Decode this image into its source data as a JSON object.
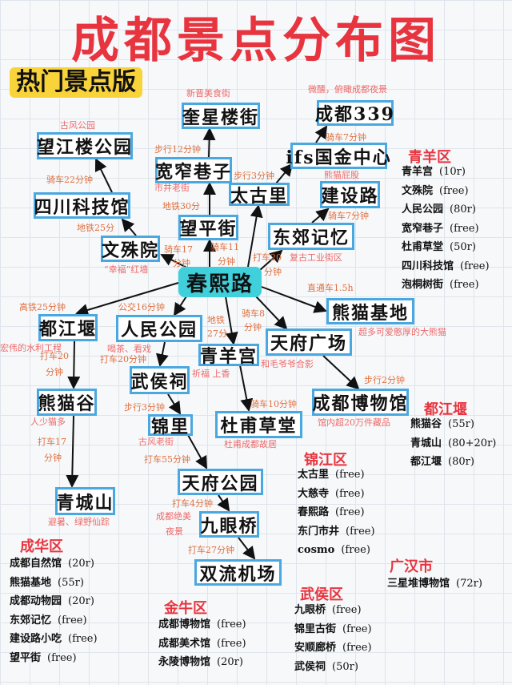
{
  "title": "成都景点分布图",
  "tag": "热门景点版",
  "colors": {
    "title": "#e8343f",
    "tag_bg": "#f8d33a",
    "node_border": "#4aa8e0",
    "hub_fill": "#3fd0dc",
    "annotation": "#e0703f"
  },
  "nodes": {
    "kuixing": "奎星楼街",
    "cd339": "成都339",
    "wangjianglou": "望江楼公园",
    "kuanzhai": "宽窄巷子",
    "ifs": "ifs国金中心",
    "taikoo": "太古里",
    "jianshe": "建设路",
    "kejiguan": "四川科技馆",
    "wangping": "望平街",
    "dongjiao": "东郊记忆",
    "wenshu": "文殊院",
    "chunxi": "春熙路",
    "pandabase": "熊猫基地",
    "dujiangyan": "都江堰",
    "renmin": "人民公园",
    "tianfusq": "天府广场",
    "qingyang": "青羊宫",
    "wuhou": "武侯祠",
    "museum": "成都博物馆",
    "pandagu": "熊猫谷",
    "jinli": "锦里",
    "dufu": "杜甫草堂",
    "tianfugy": "天府公园",
    "qingcheng": "青城山",
    "jiuyan": "九眼桥",
    "airport": "双流机场"
  },
  "annotations": [
    "新晋美食街",
    "微醺，俯瞰成都夜景",
    "古风公园",
    "步行12分钟",
    "骑车7分钟",
    "步行3分钟",
    "熊猫屁股",
    "市井老街",
    "骑车22分钟",
    "地铁30分",
    "骑车7分钟",
    "地铁25分",
    "骑车17",
    "分钟",
    "骑车11",
    "分钟",
    "打车20",
    "复古工业街区",
    "分钟",
    "“幸福”红墙",
    "直通车1.5h",
    "高铁25分钟",
    "公交16分钟",
    "地铁",
    "27分",
    "骑车8",
    "分钟",
    "超多可爱憨厚的大熊猫",
    "宏伟的水利工程",
    "喝茶、看戏",
    "打车20分钟",
    "打车20",
    "分钟",
    "和毛爷爷合影",
    "祈福 上香",
    "步行2分钟",
    "骑车10分钟",
    "步行3分钟",
    "人少猫多",
    "馆内超20万件藏品",
    "古风老街",
    "杜甫成都故居",
    "打车17",
    "分钟",
    "打车55分钟",
    "打车4分钟",
    "成都绝美",
    "夜景",
    "避暑、绿野仙踪",
    "打车27分钟"
  ],
  "districts": [
    {
      "name": "青羊区",
      "items": [
        [
          "青羊宫",
          "(10r)"
        ],
        [
          "文殊院",
          "(free)"
        ],
        [
          "人民公园",
          "(80r)"
        ],
        [
          "宽窄巷子",
          "(free)"
        ],
        [
          "杜甫草堂",
          "(50r)"
        ],
        [
          "四川科技馆",
          "(free)"
        ],
        [
          "泡桐树街",
          "(free)"
        ]
      ]
    },
    {
      "name": "都江堰",
      "items": [
        [
          "熊猫谷",
          "(55r)"
        ],
        [
          "青城山",
          "(80+20r)"
        ],
        [
          "都江堰",
          "(80r)"
        ]
      ]
    },
    {
      "name": "锦江区",
      "items": [
        [
          "太古里",
          "(free)"
        ],
        [
          "大慈寺",
          "(free)"
        ],
        [
          "春熙路",
          "(free)"
        ],
        [
          "东门市井",
          "(free)"
        ],
        [
          "cosmo",
          "(free)"
        ]
      ]
    },
    {
      "name": "广汉市",
      "items": [
        [
          "三星堆博物馆",
          "(72r)"
        ]
      ]
    },
    {
      "name": "武侯区",
      "items": [
        [
          "九眼桥",
          "(free)"
        ],
        [
          "锦里古街",
          "(free)"
        ],
        [
          "安顺廊桥",
          "(free)"
        ],
        [
          "武侯祠",
          "(50r)"
        ]
      ]
    },
    {
      "name": "成华区",
      "items": [
        [
          "成都自然馆",
          "(20r)"
        ],
        [
          "熊猫基地",
          "(55r)"
        ],
        [
          "成都动物园",
          "(20r)"
        ],
        [
          "东郊记忆",
          "(free)"
        ],
        [
          "建设路小吃",
          "(free)"
        ],
        [
          "望平街",
          "(free)"
        ]
      ]
    },
    {
      "name": "金牛区",
      "items": [
        [
          "成都博物馆",
          "(free)"
        ],
        [
          "成都美术馆",
          "(free)"
        ],
        [
          "永陵博物馆",
          "(20r)"
        ]
      ]
    }
  ]
}
